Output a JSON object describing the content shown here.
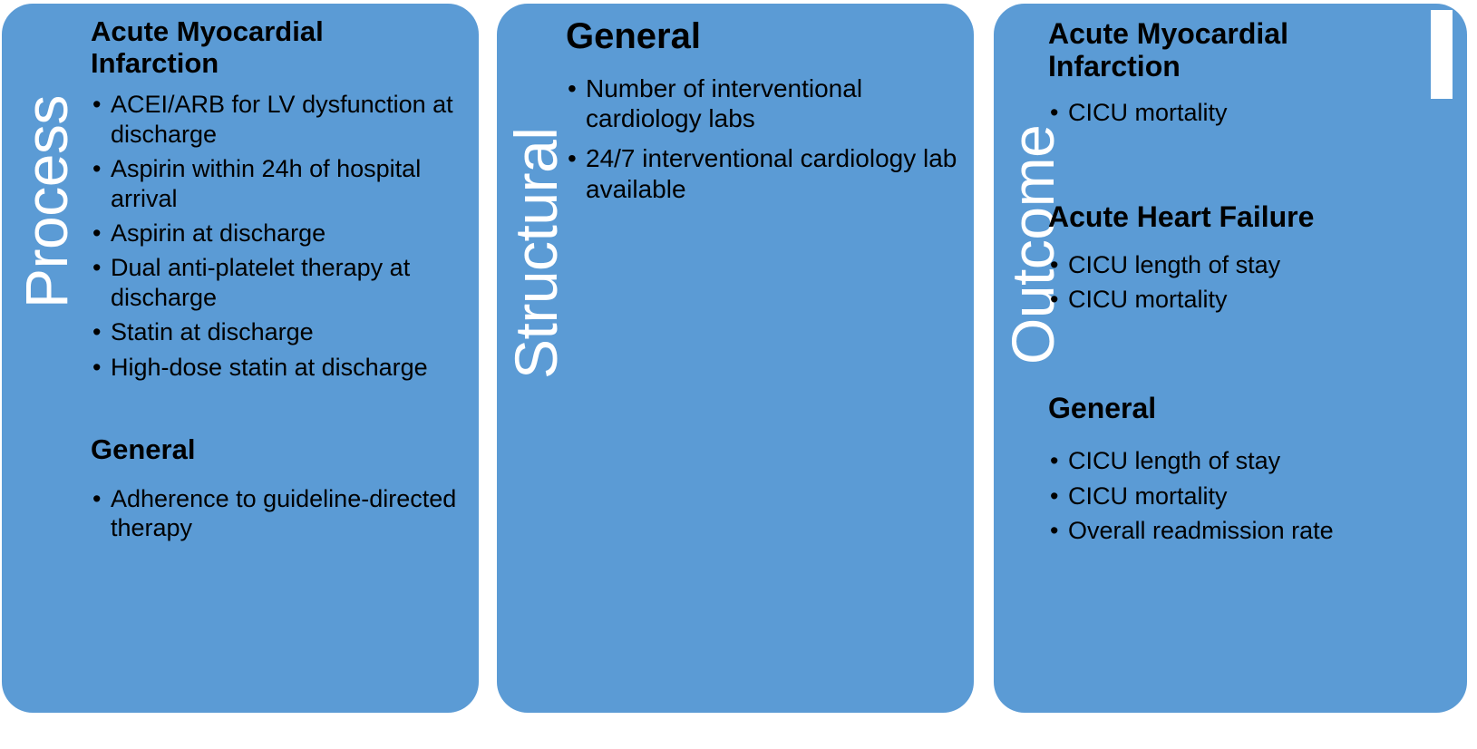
{
  "figure": {
    "accent_color": "#5B9BD5",
    "text_color": "#000000",
    "label_color": "#FFFFFF",
    "panels": [
      {
        "id": "process",
        "category_label": "Process",
        "sections": [
          {
            "title": "Acute Myocardial Infarction",
            "bullets": [
              "ACEI/ARB for LV dysfunction at discharge",
              "Aspirin within 24h of hospital arrival",
              "Aspirin at discharge",
              "Dual anti-platelet therapy at discharge",
              "Statin at discharge",
              "High-dose statin at discharge"
            ]
          },
          {
            "title": "General",
            "bullets": [
              "Adherence to guideline-directed therapy"
            ]
          }
        ]
      },
      {
        "id": "structural",
        "category_label": "Structural",
        "sections": [
          {
            "title": "General",
            "bullets": [
              "Number of interventional cardiology labs",
              "24/7 interventional cardiology lab available"
            ]
          }
        ]
      },
      {
        "id": "outcome",
        "category_label": "Outcome",
        "sections": [
          {
            "title": "Acute Myocardial Infarction",
            "bullets": [
              "CICU mortality"
            ]
          },
          {
            "title": "Acute Heart Failure",
            "bullets": [
              "CICU length of stay",
              "CICU mortality"
            ]
          },
          {
            "title": "General",
            "bullets": [
              "CICU length of stay",
              "CICU mortality",
              "Overall readmission rate"
            ]
          }
        ]
      }
    ]
  }
}
